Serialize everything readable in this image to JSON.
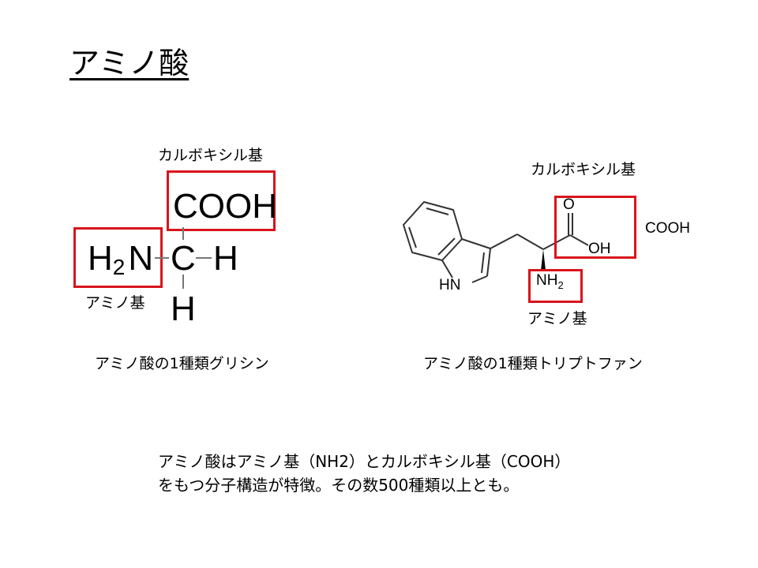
{
  "slide": {
    "title": "アミノ酸"
  },
  "glycine": {
    "carboxyl_label": "カルボキシル基",
    "amino_label": "アミノ基",
    "cooh": "COOH",
    "h2n_h": "H",
    "h2n_sub": "2",
    "h2n_n": "N",
    "carbon": "C",
    "h_right": "H",
    "h_bottom": "H",
    "caption": "アミノ酸の1種類グリシン"
  },
  "tryptophan": {
    "carboxyl_label": "カルボキシル基",
    "amino_label": "アミノ基",
    "cooh_side_label": "COOH",
    "atom_o": "O",
    "atom_oh": "OH",
    "atom_hn": "HN",
    "atom_nh": "NH",
    "atom_nh_sub": "2",
    "caption": "アミノ酸の1種類トリプトファン"
  },
  "summary": {
    "line1": "アミノ酸はアミノ基（NH2）とカルボキシル基（COOH）",
    "line2": "をもつ分子構造が特徴。その数500種類以上とも。"
  },
  "colors": {
    "highlight_box": "#d9141c",
    "text": "#000000",
    "bond": "#777777"
  }
}
